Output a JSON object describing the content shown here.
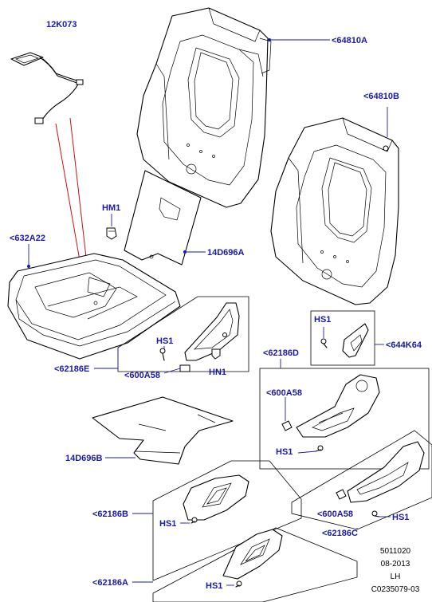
{
  "labels": {
    "harness": "12K073",
    "backrest_frame_a": "<64810A",
    "backrest_frame_b": "<64810B",
    "clip_hm1": "HM1",
    "cushion_pan": "<632A22",
    "insulator_a": "14D696A",
    "valance_e": "<62186E",
    "screw_hs1_e": "HS1",
    "nut_hn1": "HN1",
    "fixing_600a58_e": "<600A58",
    "screw_hs1_k64": "HS1",
    "bracket_644k64": "<644K64",
    "valance_d": "<62186D",
    "fixing_600a58_d": "<600A58",
    "screw_hs1_d": "HS1",
    "insulator_b": "14D696B",
    "valance_b": "<62186B",
    "screw_hs1_b": "HS1",
    "fixing_600a58_c": "<600A58",
    "screw_hs1_c": "HS1",
    "valance_c": "<62186C",
    "valance_a": "<62186A",
    "screw_hs1_a": "HS1"
  },
  "footer": {
    "ref_number": "5011020",
    "date": "08-2013",
    "side": "LH",
    "image_code": "C0235079-03"
  },
  "colors": {
    "label": "#1a1aa6",
    "linework": "#000000",
    "highlight_line": "#d01010"
  }
}
